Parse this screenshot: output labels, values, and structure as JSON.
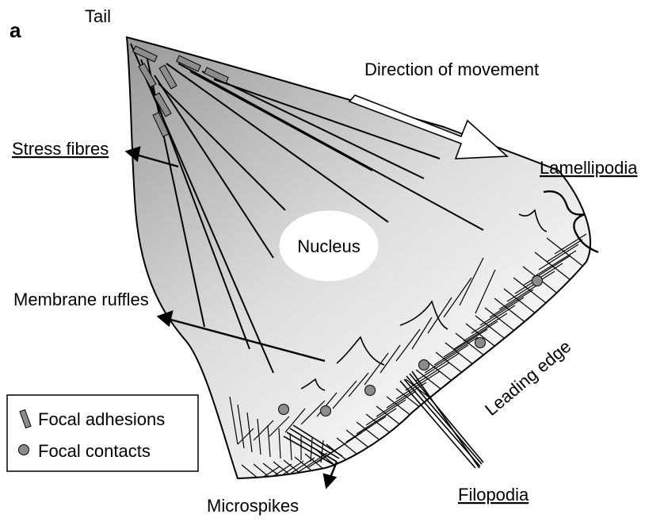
{
  "figure": {
    "panel_label": "a",
    "labels": {
      "tail": "Tail",
      "direction": "Direction of movement",
      "lamellipodia": "Lamellipodia",
      "stress_fibres": "Stress fibres",
      "nucleus": "Nucleus",
      "membrane_ruffles": "Membrane ruffles",
      "leading_edge": "Leading edge",
      "microspikes": "Microspikes",
      "filopodia": "Filopodia"
    },
    "legend": {
      "focal_adhesions": "Focal adhesions",
      "focal_contacts": "Focal contacts"
    },
    "colors": {
      "cell_dark": "#9a9a9a",
      "cell_light": "#fafafa",
      "marker_fill": "#8c8c8c",
      "stroke": "#000000"
    }
  }
}
